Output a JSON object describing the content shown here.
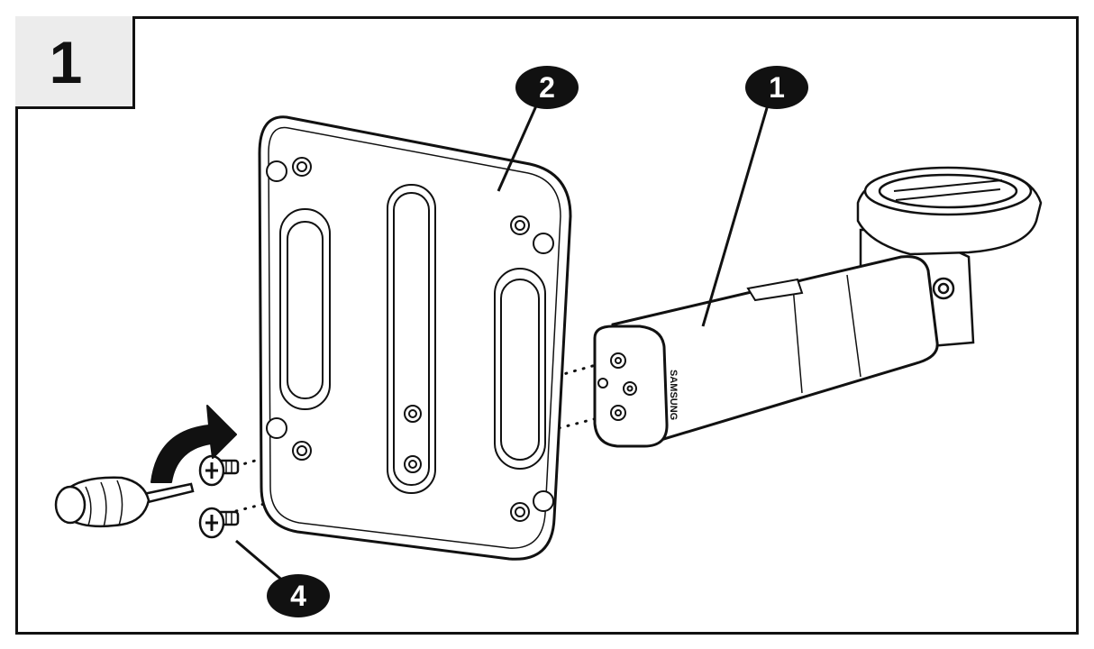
{
  "step": {
    "number": "1"
  },
  "callouts": [
    {
      "id": "camera",
      "label": "1"
    },
    {
      "id": "mount-plate",
      "label": "2"
    },
    {
      "id": "screws",
      "label": "4"
    }
  ],
  "camera_brand": "SAMSUNG",
  "colors": {
    "line": "#111111",
    "fill": "#ffffff",
    "step_bg": "#ececec"
  }
}
